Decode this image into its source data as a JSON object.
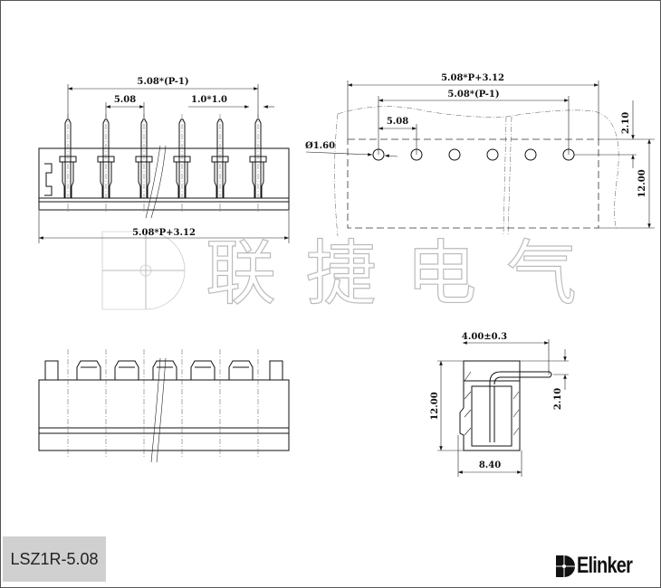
{
  "front_view": {
    "dim_total_pitch": "5.08*(P-1)",
    "dim_pitch": "5.08",
    "dim_pin": "1.0*1.0",
    "dim_length": "5.08*P+3.12"
  },
  "top_view": {
    "dim_length": "5.08*P+3.12",
    "dim_total_pitch": "5.08*(P-1)",
    "dim_pitch": "5.08",
    "dim_hole": "Ø1.60",
    "dim_offset": "2.10",
    "dim_height": "12.00"
  },
  "side_view": {
    "dim_pin_length": "4.00±0.3",
    "dim_height": "12.00",
    "dim_pin_offset": "2.10",
    "dim_width": "8.40"
  },
  "watermark": "联捷电气",
  "part_number": "LSZ1R-5.08",
  "brand": "Elinker"
}
